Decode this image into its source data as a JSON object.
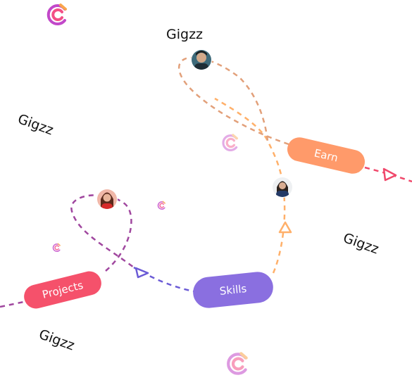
{
  "brand_words": [
    "Gigzz",
    "Gigzz",
    "Gigzz",
    "Gigzz"
  ],
  "pills": {
    "projects": {
      "label": "Projects",
      "color": "#F5516B"
    },
    "skills": {
      "label": "Skills",
      "color": "#8A6FE0"
    },
    "earn": {
      "label": "Earn",
      "color": "#FF9A6A"
    }
  },
  "path_colors": {
    "projects_path": "#A0479F",
    "skills_path": "#6B5BD6",
    "skills_to_earn": "#FFB06A",
    "earn_loop": "#E2A07A",
    "earn_out": "#F0486B"
  },
  "logo_colors": [
    "#C248C9",
    "#F34F86",
    "#F9A54B"
  ],
  "avatars": [
    "avatar-man",
    "avatar-woman-red",
    "avatar-woman-suit"
  ]
}
